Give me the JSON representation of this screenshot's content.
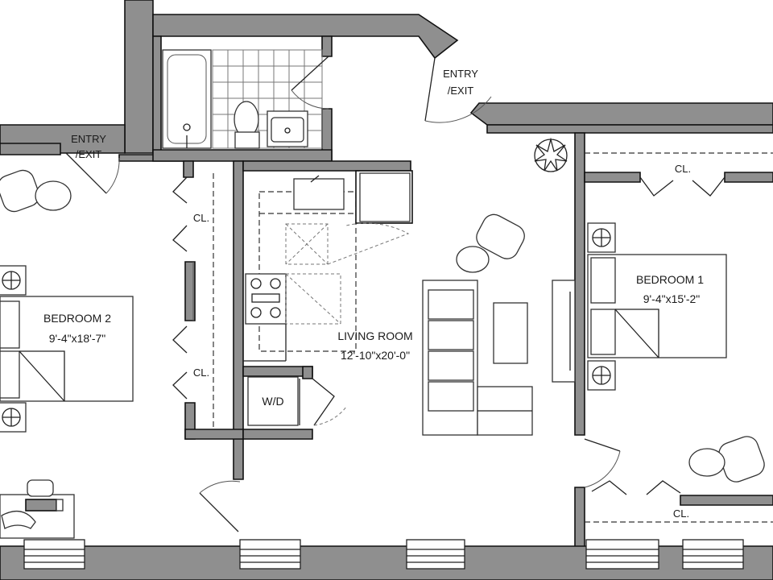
{
  "rooms": {
    "bedroom2": {
      "name": "BEDROOM 2",
      "size": "9'-4\"x18'-7\""
    },
    "bedroom1": {
      "name": "BEDROOM 1",
      "size": "9'-4\"x15'-2\""
    },
    "living": {
      "name": "LIVING ROOM",
      "size": "12'-10\"x20'-0\""
    }
  },
  "labels": {
    "entry_left": [
      "ENTRY",
      "/EXIT"
    ],
    "entry_top": [
      "ENTRY",
      "/EXIT"
    ],
    "closet": "CL.",
    "washer_dryer": "W/D"
  }
}
